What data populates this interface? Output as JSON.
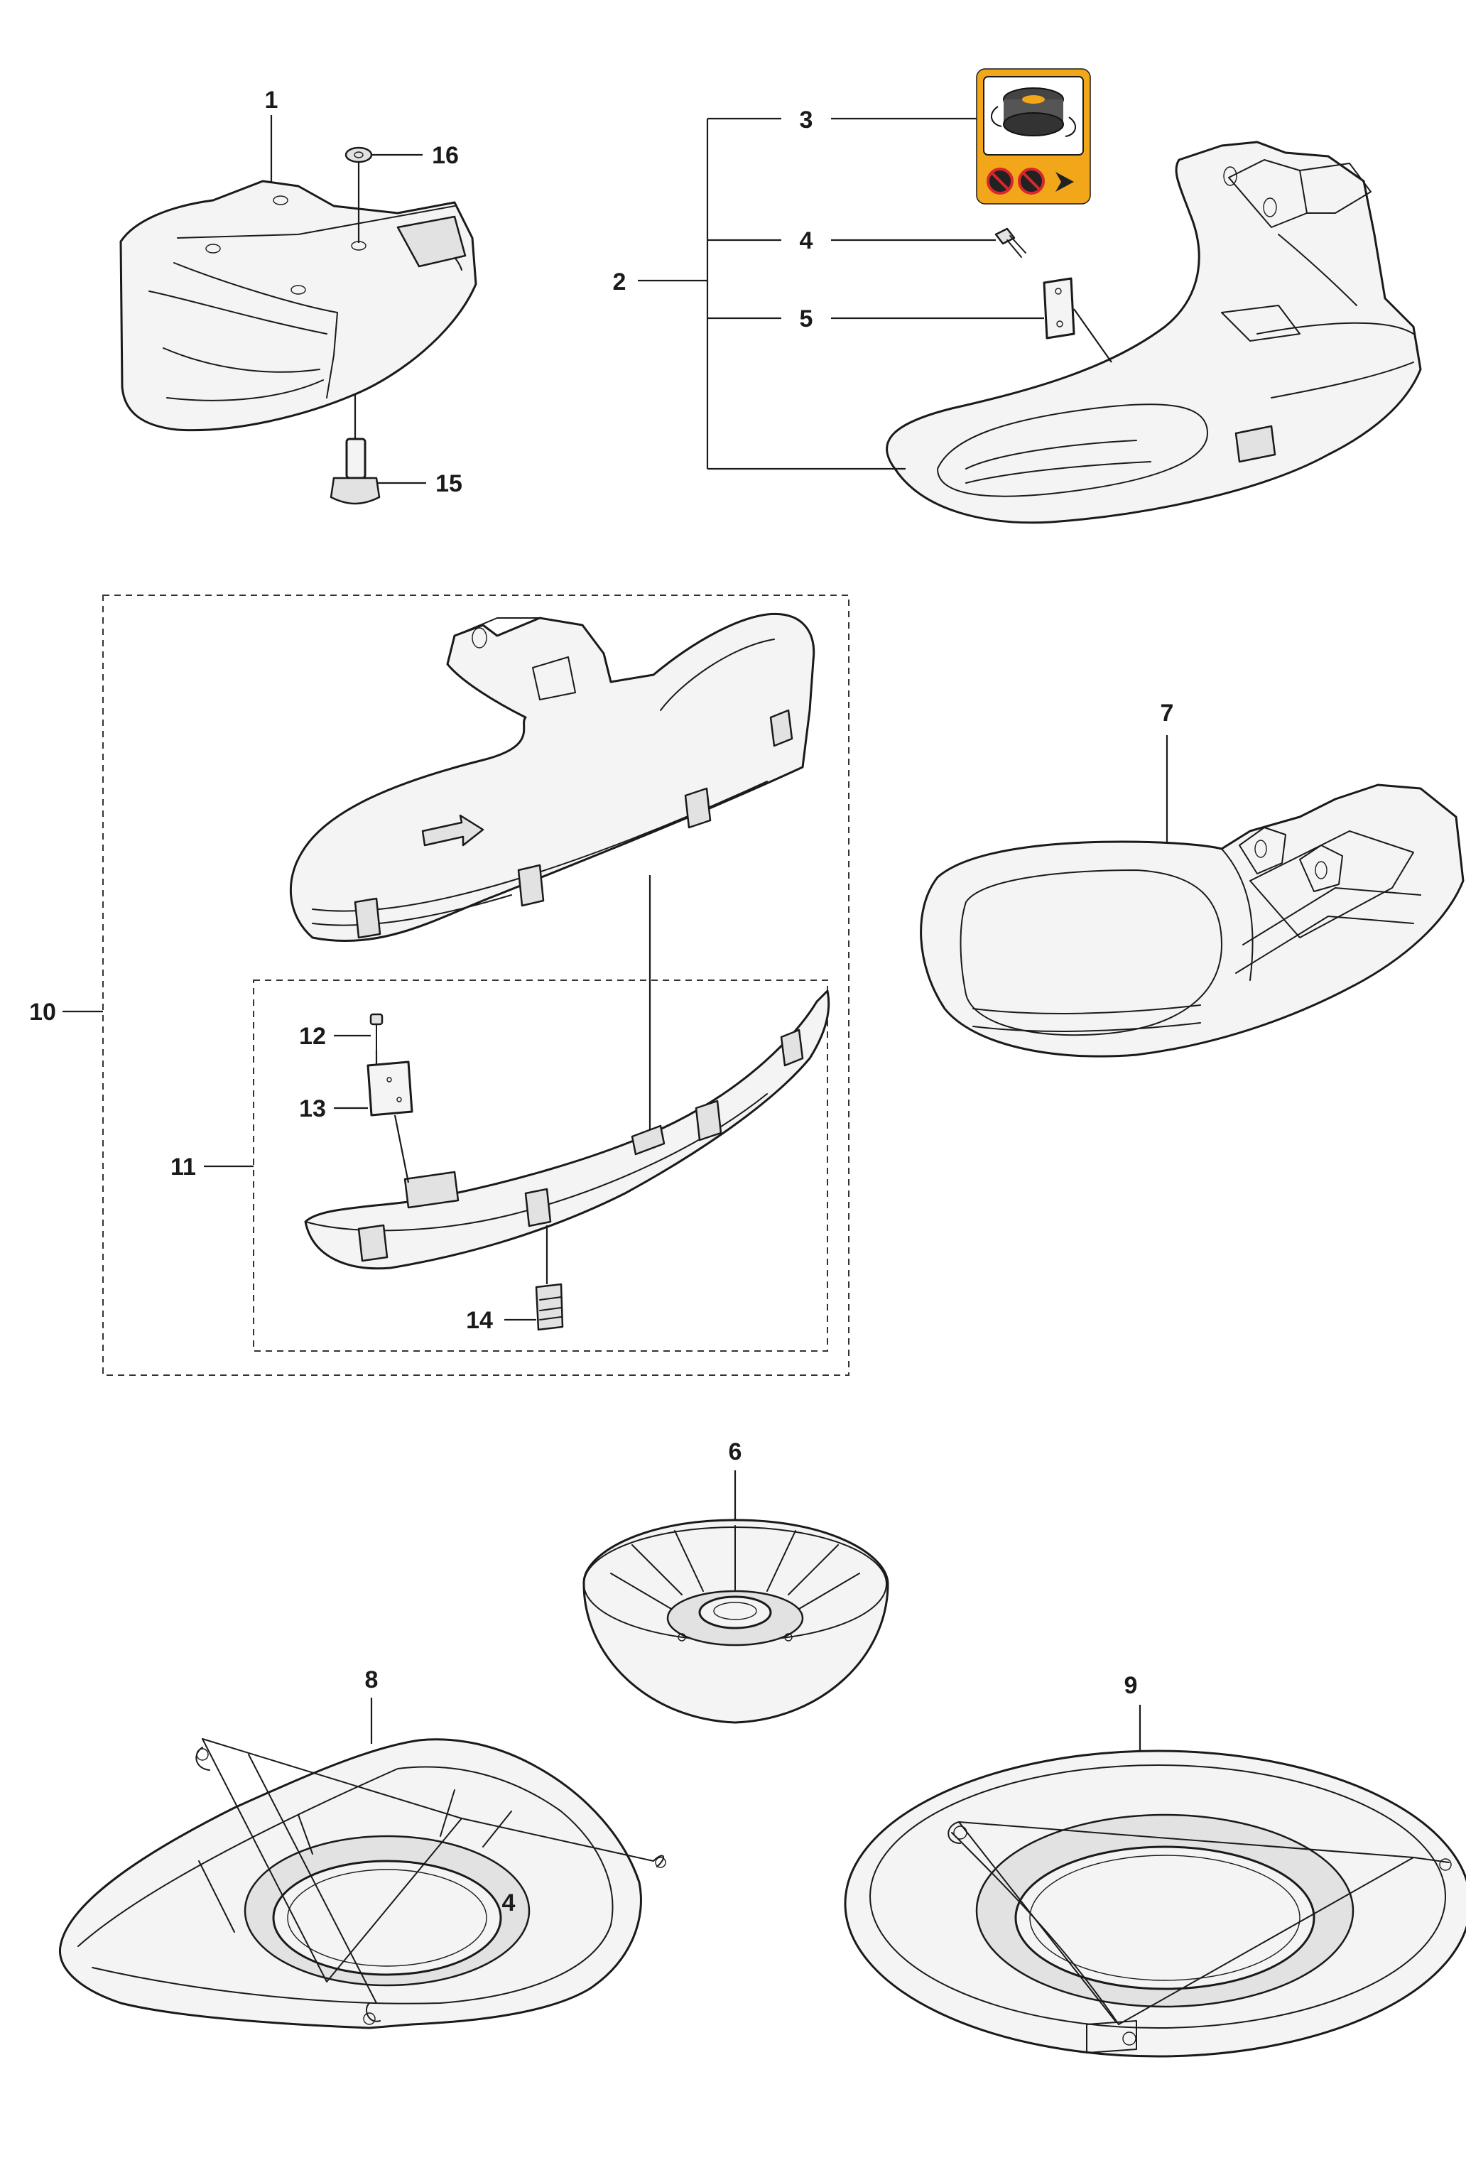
{
  "callouts": {
    "p1": "1",
    "p2": "2",
    "p3": "3",
    "p4": "4",
    "p4b": "4",
    "p5": "5",
    "p6": "6",
    "p7": "7",
    "p8": "8",
    "p9": "9",
    "p10": "10",
    "p11": "11",
    "p12": "12",
    "p13": "13",
    "p14": "14",
    "p15": "15",
    "p16": "16"
  },
  "colors": {
    "decal_background": "#f2a71b",
    "no_symbol": "#d8262c"
  },
  "icons": [
    "trimmer-head-icon",
    "no-blade-icon",
    "no-saw-icon",
    "direction-arrow-icon"
  ]
}
